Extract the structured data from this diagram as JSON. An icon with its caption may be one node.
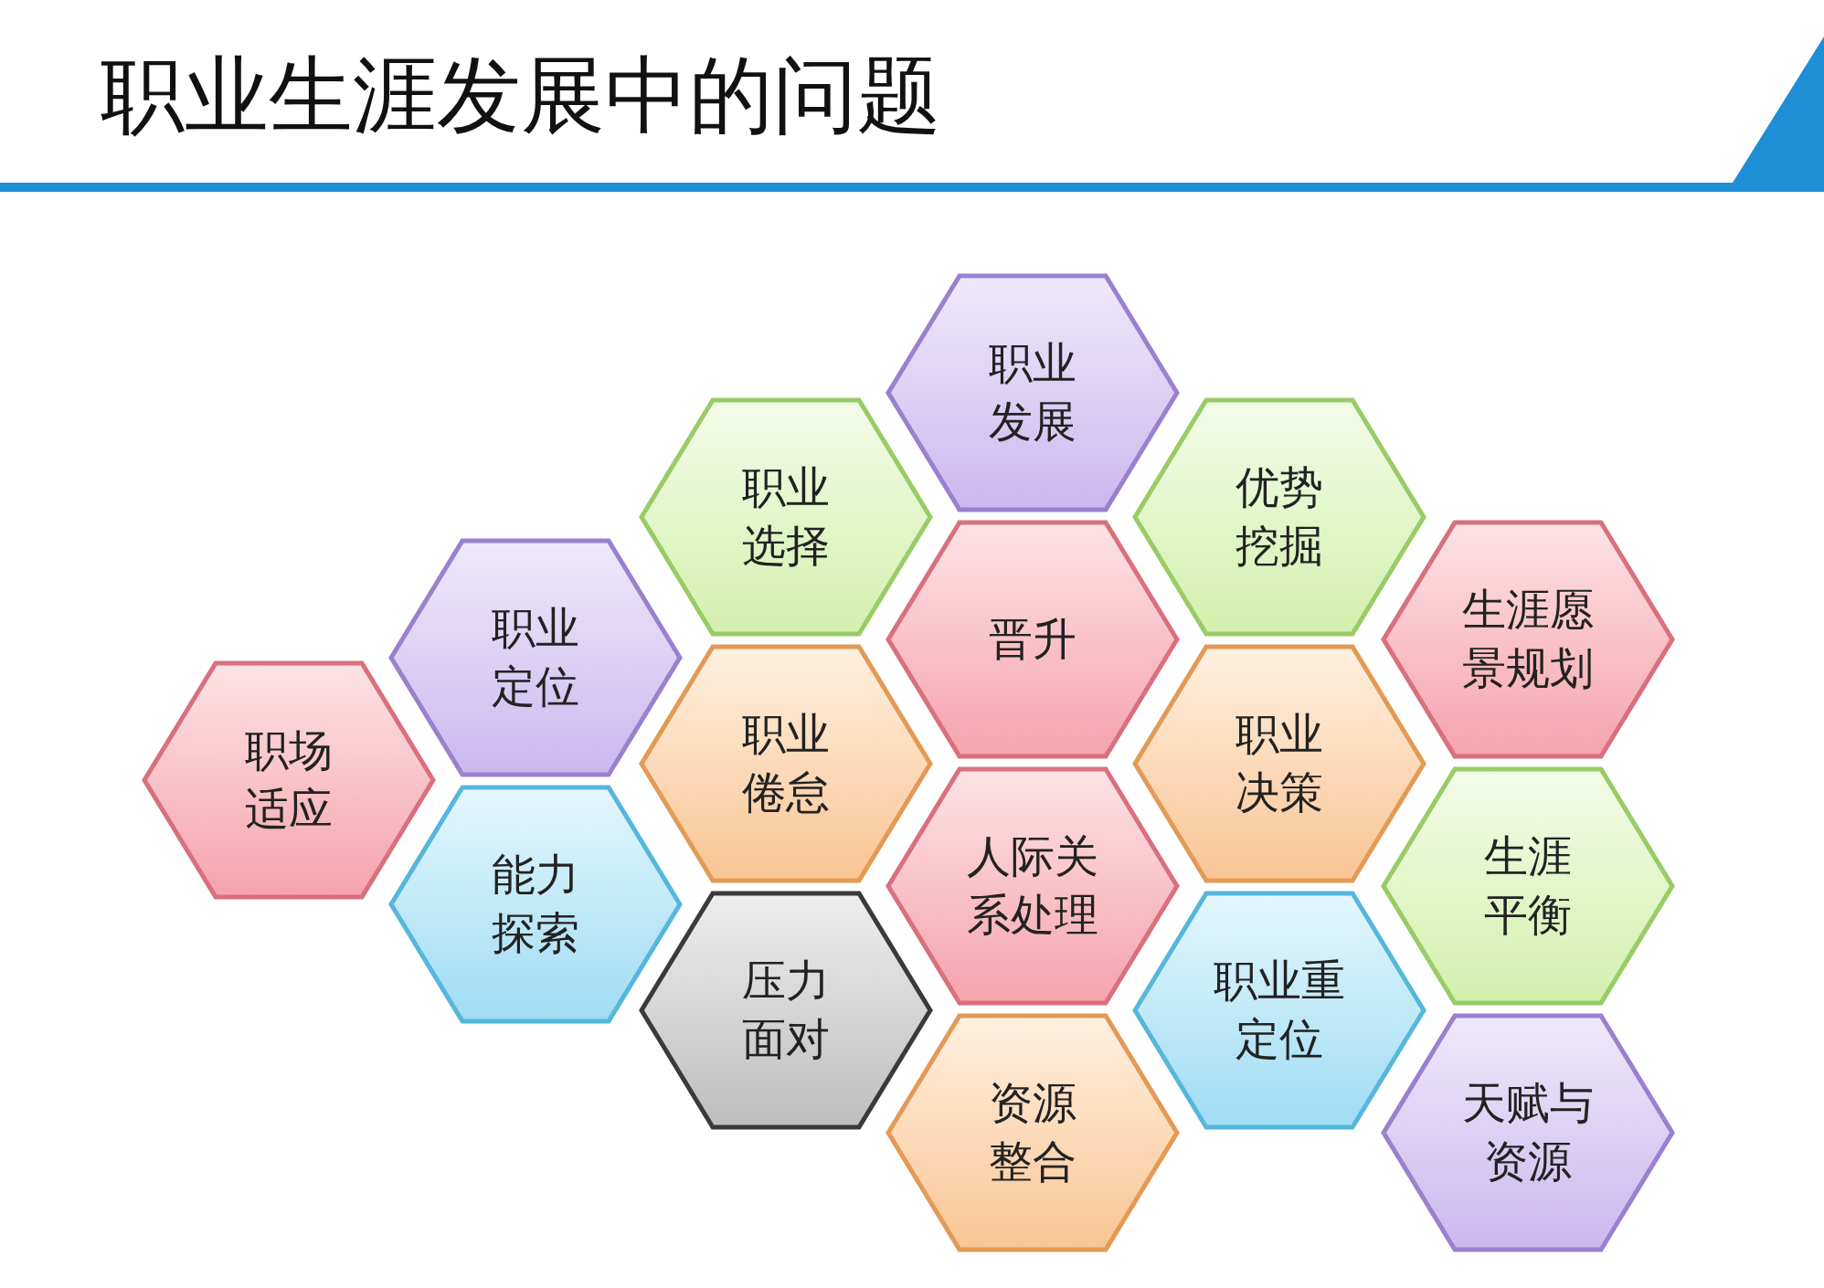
{
  "diagram": {
    "title": "职业生涯发展中的问题",
    "nodes": [
      {
        "text": [
          "职场适应"
        ]
      },
      {
        "text": [
          "职业定位"
        ]
      },
      {
        "text": [
          "能力探索"
        ]
      },
      {
        "text": [
          "职业选择"
        ]
      },
      {
        "text": [
          "职业倦怠"
        ]
      },
      {
        "text": [
          "压力面对"
        ]
      },
      {
        "text": [
          "职业发展"
        ]
      },
      {
        "text": [
          "晋升"
        ]
      },
      {
        "text": [
          "人际关系处理"
        ]
      },
      {
        "text": [
          "资源整合"
        ]
      },
      {
        "text": [
          "优势挖掘"
        ]
      },
      {
        "text": [
          "职业决策"
        ]
      },
      {
        "text": [
          "职业重定位"
        ]
      },
      {
        "text": [
          "生涯愿景规划"
        ]
      },
      {
        "text": [
          "生涯平衡"
        ]
      },
      {
        "text": [
          "天赋与资源"
        ]
      }
    ]
  }
}
